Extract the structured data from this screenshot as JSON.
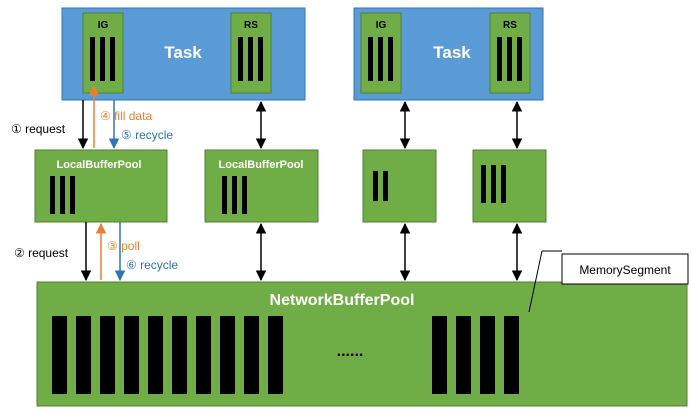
{
  "colors": {
    "task_fill": "#5b9bd5",
    "task_stroke": "#2e75b6",
    "green_fill": "#70ad47",
    "green_stroke": "#507e32",
    "segment": "#000000",
    "orange": "#ed7d31",
    "blue": "#2e75b6",
    "label_white": "#ffffff",
    "text": "#000000"
  },
  "tasks": [
    {
      "title": "Task",
      "ig_label": "IG",
      "rs_label": "RS"
    },
    {
      "title": "Task",
      "ig_label": "IG",
      "rs_label": "RS"
    }
  ],
  "local_pools": [
    {
      "label": "LocalBufferPool",
      "segments": 3
    },
    {
      "label": "LocalBufferPool",
      "segments": 3
    },
    {
      "label": "",
      "segments": 2
    },
    {
      "label": "",
      "segments": 3
    }
  ],
  "network_pool": {
    "label": "NetworkBufferPool",
    "left_segments": 10,
    "right_segments": 4,
    "ellipsis": "......"
  },
  "callout": {
    "label": "MemorySegment"
  },
  "arrow_labels": {
    "step1": "① request",
    "step4": "④ fill data",
    "step5": "⑤ recycle",
    "step2": "② request",
    "step3": "③ poll",
    "step6": "⑥ recycle"
  }
}
